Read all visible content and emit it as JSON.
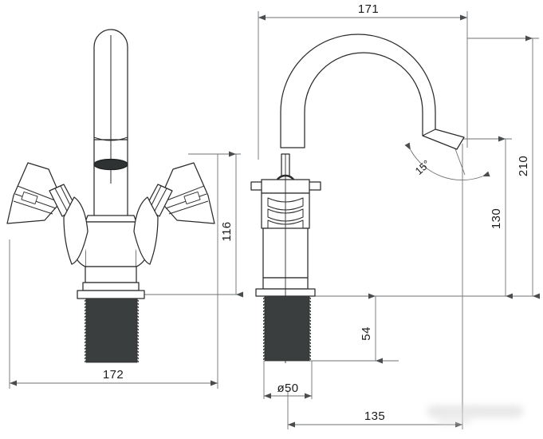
{
  "drawing": {
    "title": "Bathroom faucet technical dimension drawing",
    "background_color": "#ffffff",
    "line_color": "#2b2b2b",
    "dim_line_color": "#6e7173",
    "thread_fill_color": "#3b3e3f",
    "views": [
      {
        "name": "front-view",
        "label": ""
      },
      {
        "name": "side-view",
        "label": ""
      }
    ]
  },
  "dimensions": {
    "front_width": "172",
    "front_height": "116",
    "spout_reach": "171",
    "total_height": "210",
    "spout_height": "130",
    "shank_length": "54",
    "shank_diameter": "ø50",
    "base_offset": "135",
    "spout_angle": "15°"
  },
  "watermark": {
    "text": "",
    "visible": true
  }
}
